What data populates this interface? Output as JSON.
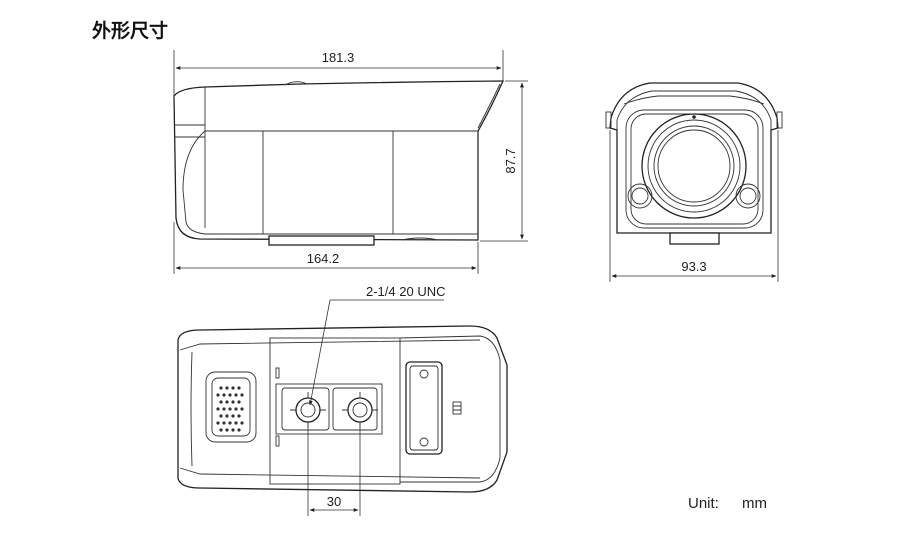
{
  "title": "外形尺寸",
  "dimensions": {
    "side_length": "181.3",
    "side_body_length": "164.2",
    "side_height": "87.7",
    "front_width": "93.3",
    "mount_spacing": "30",
    "mount_thread": "2-1/4 20 UNC"
  },
  "unit": {
    "label": "Unit:",
    "value": "mm"
  }
}
